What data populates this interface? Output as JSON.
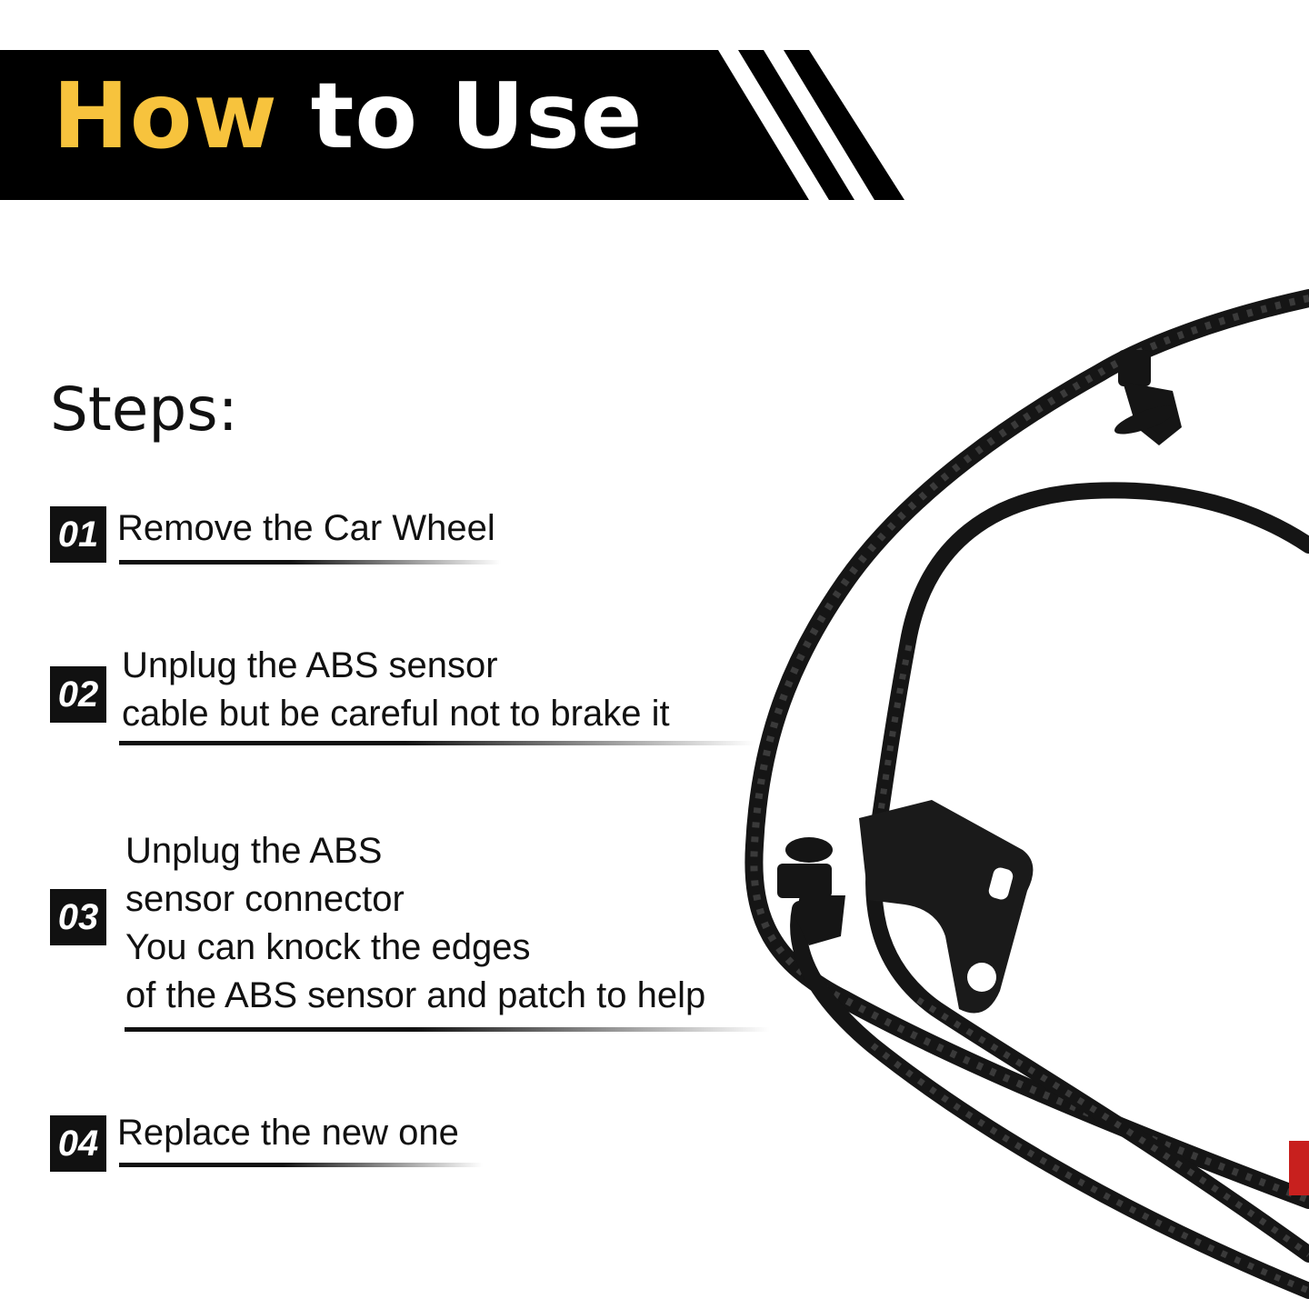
{
  "banner": {
    "title_accent": "How",
    "title_rest": " to Use",
    "colors": {
      "bar": "#000000",
      "accent": "#f7c33d",
      "text": "#ffffff"
    }
  },
  "steps_heading": "Steps:",
  "steps": [
    {
      "number": "01",
      "lines": [
        "Remove the Car Wheel"
      ]
    },
    {
      "number": "02",
      "lines": [
        "Unplug the ABS sensor",
        "cable but be careful not to brake it"
      ]
    },
    {
      "number": "03",
      "lines": [
        "Unplug the ABS",
        "sensor connector",
        "You can knock the edges",
        "of the ABS sensor and patch to help"
      ]
    },
    {
      "number": "04",
      "lines": [
        "Replace the new one"
      ]
    }
  ],
  "product": {
    "name": "abs-sensor-cable",
    "colors": {
      "cable": "#151515",
      "tip": "#c8201e"
    }
  }
}
